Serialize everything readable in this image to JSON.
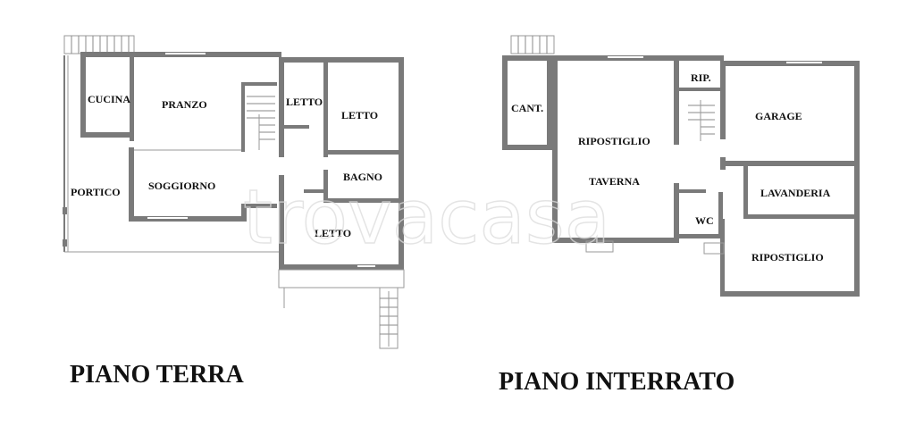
{
  "watermark": "trovacasa",
  "plans": {
    "ground": {
      "title": "PIANO TERRA",
      "rooms": {
        "cucina": "CUCINA",
        "pranzo": "PRANZO",
        "letto1": "LETTO",
        "letto2": "LETTO",
        "soggiorno": "SOGGIORNO",
        "bagno": "BAGNO",
        "portico": "PORTICO",
        "letto3": "LETTO"
      }
    },
    "basement": {
      "title": "PIANO INTERRATO",
      "rooms": {
        "cant": "CANT.",
        "rip": "RIP.",
        "garage": "GARAGE",
        "ripostiglio1": "RIPOSTIGLIO",
        "taverna": "TAVERNA",
        "lavanderia": "LAVANDERIA",
        "wc": "WC",
        "ripostiglio2": "RIPOSTIGLIO"
      }
    }
  }
}
